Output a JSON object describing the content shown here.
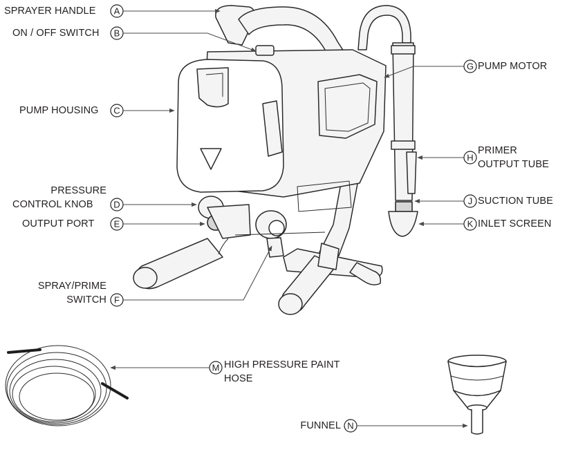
{
  "callouts": {
    "a": {
      "label": "SPRAYER HANDLE",
      "letter": "A"
    },
    "b": {
      "label": "ON / OFF SWITCH",
      "letter": "B"
    },
    "c": {
      "label": "PUMP HOUSING",
      "letter": "C"
    },
    "d": {
      "label_line1": "PRESSURE",
      "label_line2": "CONTROL KNOB",
      "letter": "D"
    },
    "e": {
      "label": "OUTPUT PORT",
      "letter": "E"
    },
    "f": {
      "label_line1": "SPRAY/PRIME",
      "label_line2": "SWITCH",
      "letter": "F"
    },
    "g": {
      "label": "PUMP MOTOR",
      "letter": "G"
    },
    "h": {
      "label_line1": "PRIMER",
      "label_line2": "OUTPUT TUBE",
      "letter": "H"
    },
    "j": {
      "label": "SUCTION TUBE",
      "letter": "J"
    },
    "k": {
      "label": "INLET SCREEN",
      "letter": "K"
    },
    "m": {
      "label_line1": "HIGH PRESSURE PAINT",
      "label_line2": "HOSE",
      "letter": "M"
    },
    "n": {
      "label": "FUNNEL",
      "letter": "N"
    }
  }
}
